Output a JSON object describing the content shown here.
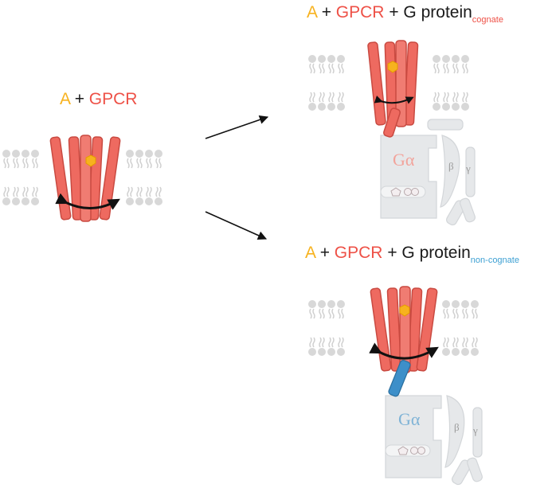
{
  "labels": {
    "left": {
      "a": "A",
      "plus1": " + ",
      "gpcr": "GPCR"
    },
    "top_right": {
      "a": "A",
      "plus1": " + ",
      "gpcr": "GPCR",
      "plus2": " + G protein",
      "sub": "cognate"
    },
    "bottom_right": {
      "a": "A",
      "plus1": " + ",
      "gpcr": "GPCR",
      "plus2": " + G protein",
      "sub": "non-cognate"
    }
  },
  "gprotein": {
    "alpha": "Gα",
    "beta": "β",
    "gamma": "γ"
  },
  "colors": {
    "agonist": "#f7b21e",
    "receptor": "#ee6a60",
    "receptor_stroke": "#c94a41",
    "cognate": "#ee5147",
    "non_cognate": "#3da0d3",
    "membrane": "#d8d8d8",
    "gprotein": "#e6e8ea"
  }
}
